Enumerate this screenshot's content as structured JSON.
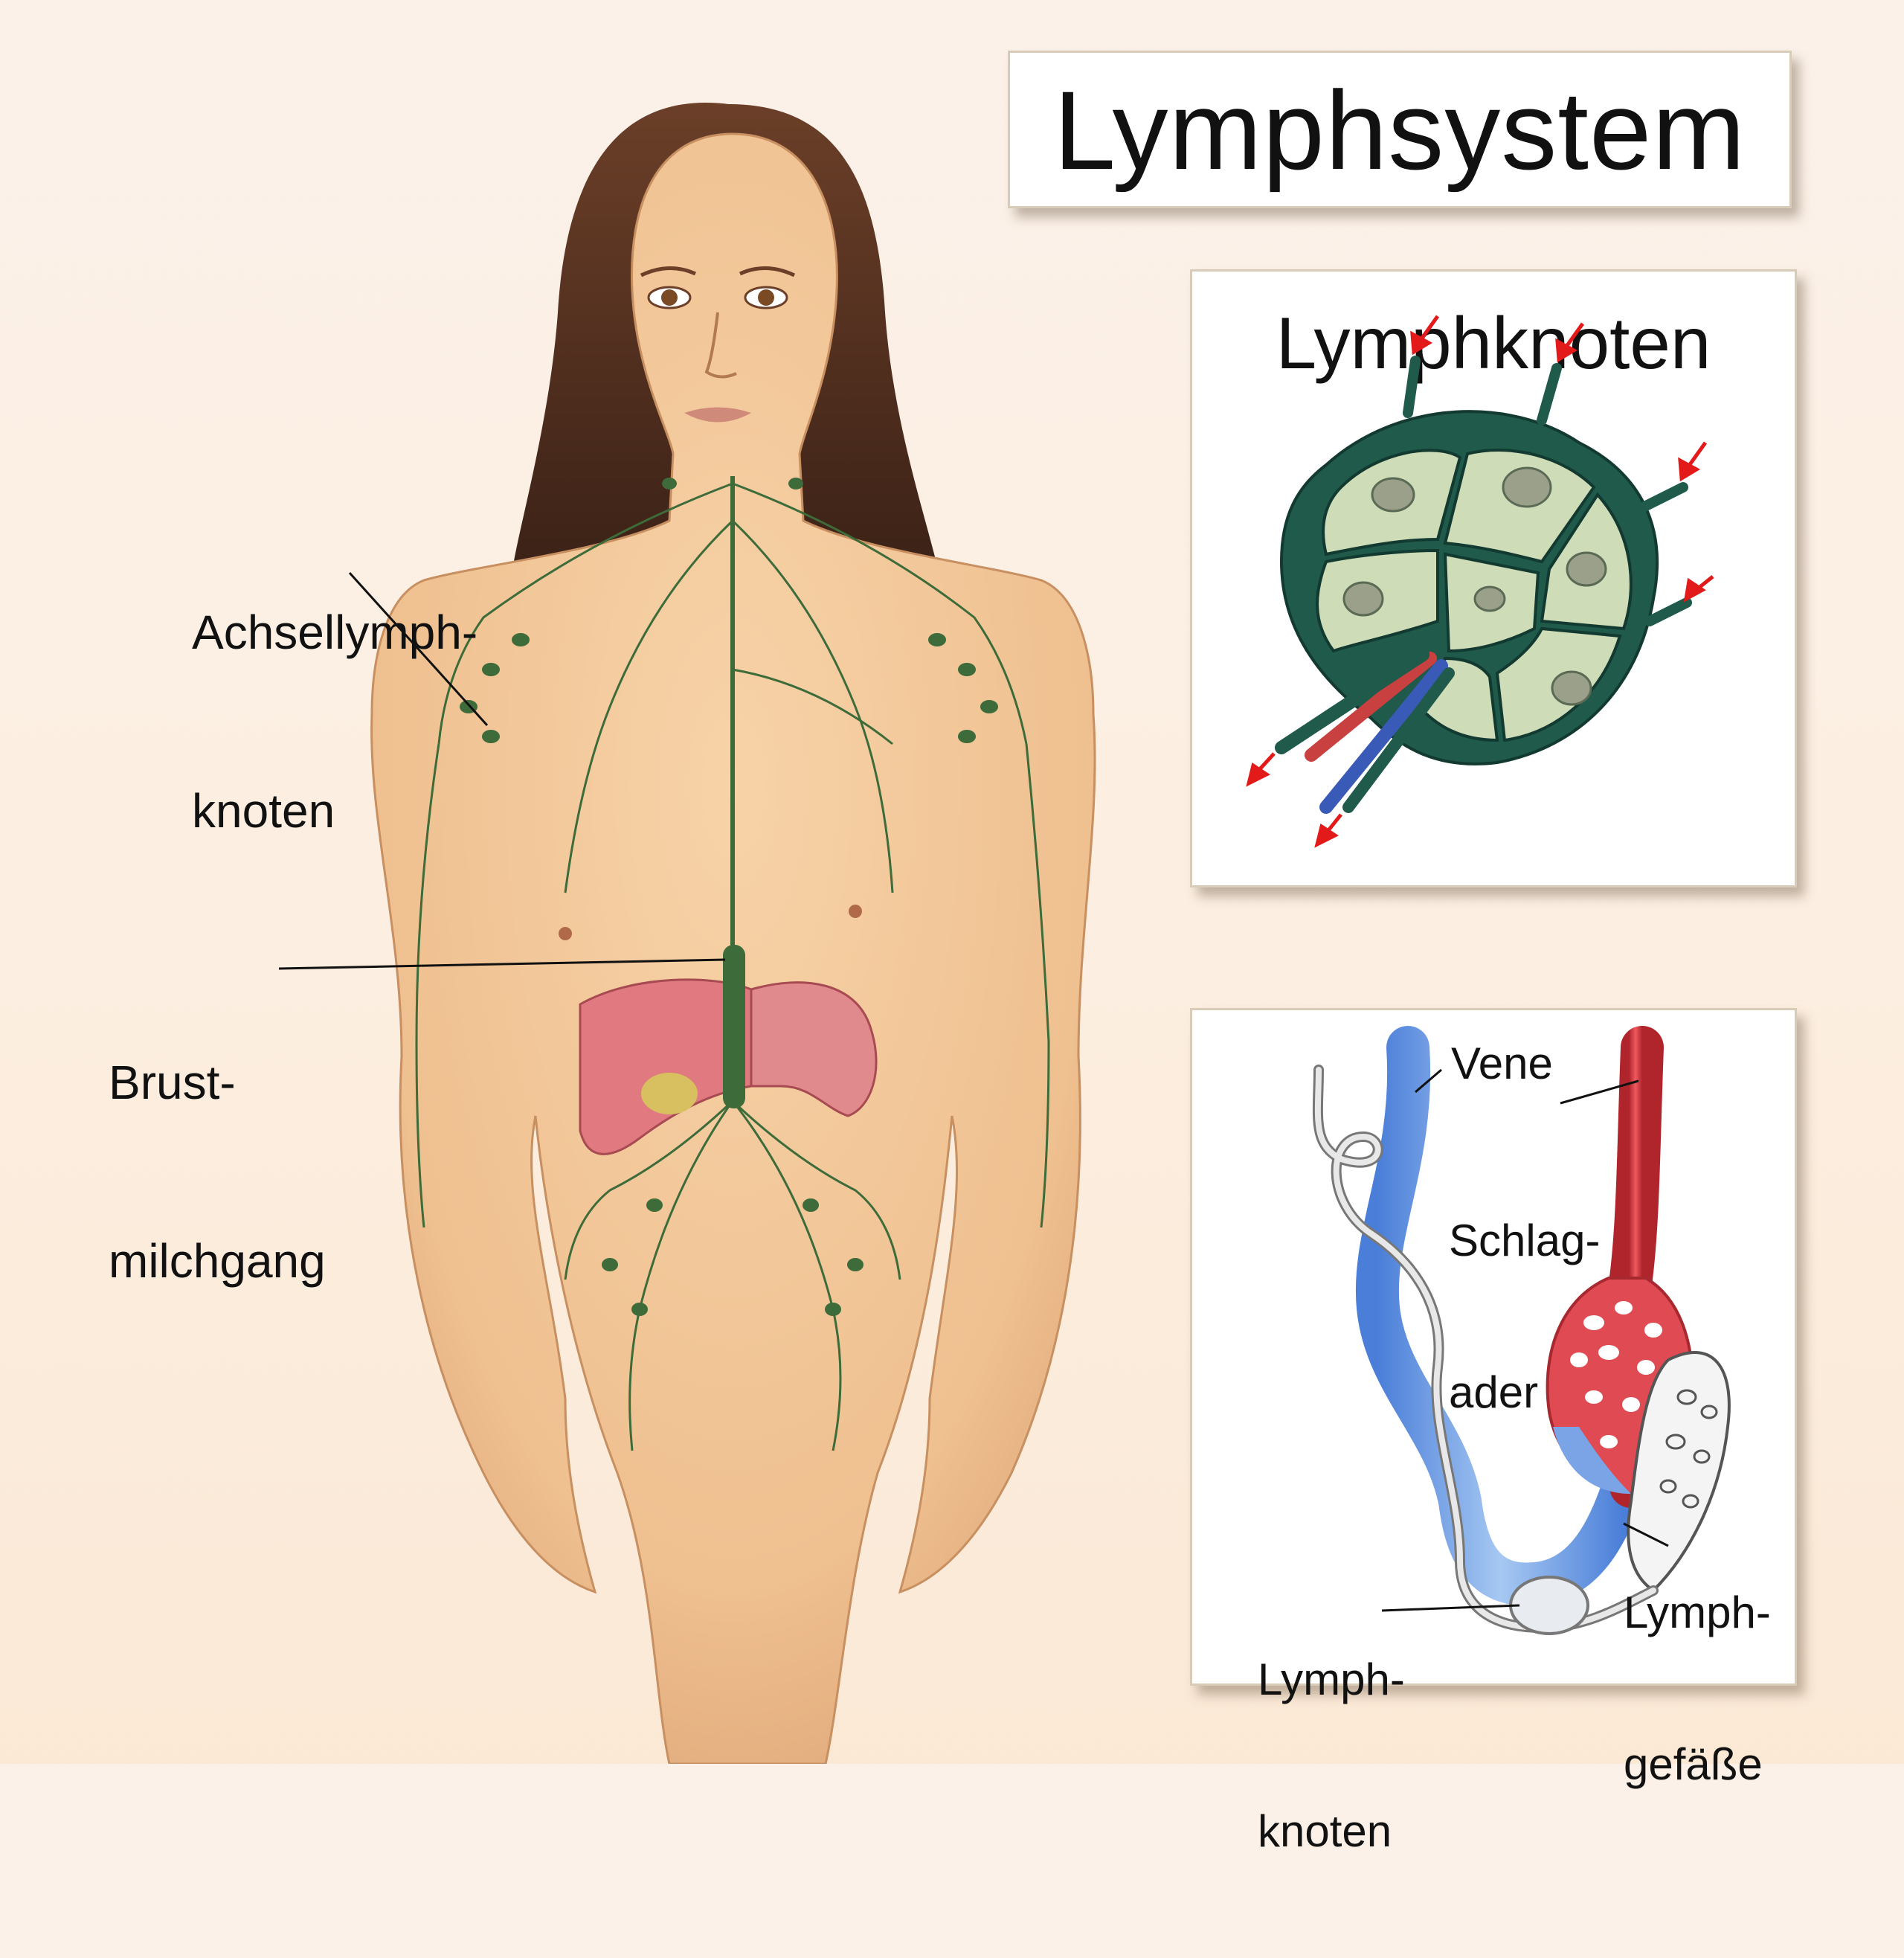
{
  "title": "Lymphsystem",
  "lymph_node_panel": {
    "title": "Lymphknoten"
  },
  "body_labels": {
    "axillary_line1": "Achsellymph-",
    "axillary_line2": "knoten",
    "thoracic_line1": "Brust-",
    "thoracic_line2": "milchgang"
  },
  "vessel_panel": {
    "vein": "Vene",
    "artery_line1": "Schlag-",
    "artery_line2": "ader",
    "vessels_line1": "Lymph-",
    "vessels_line2": "gefäße",
    "node_line1": "Lymph-",
    "node_line2": "knoten"
  },
  "colors": {
    "lymph_green": "#3d6b3a",
    "node_dark": "#1f5a4a",
    "node_light": "#cfdcb8",
    "vein_blue": "#6aa0e0",
    "artery_red": "#d0353c",
    "arrow_red": "#e21a1a",
    "skin": "#f2c79a",
    "hair": "#5a3522",
    "liver": "#e07a80"
  }
}
